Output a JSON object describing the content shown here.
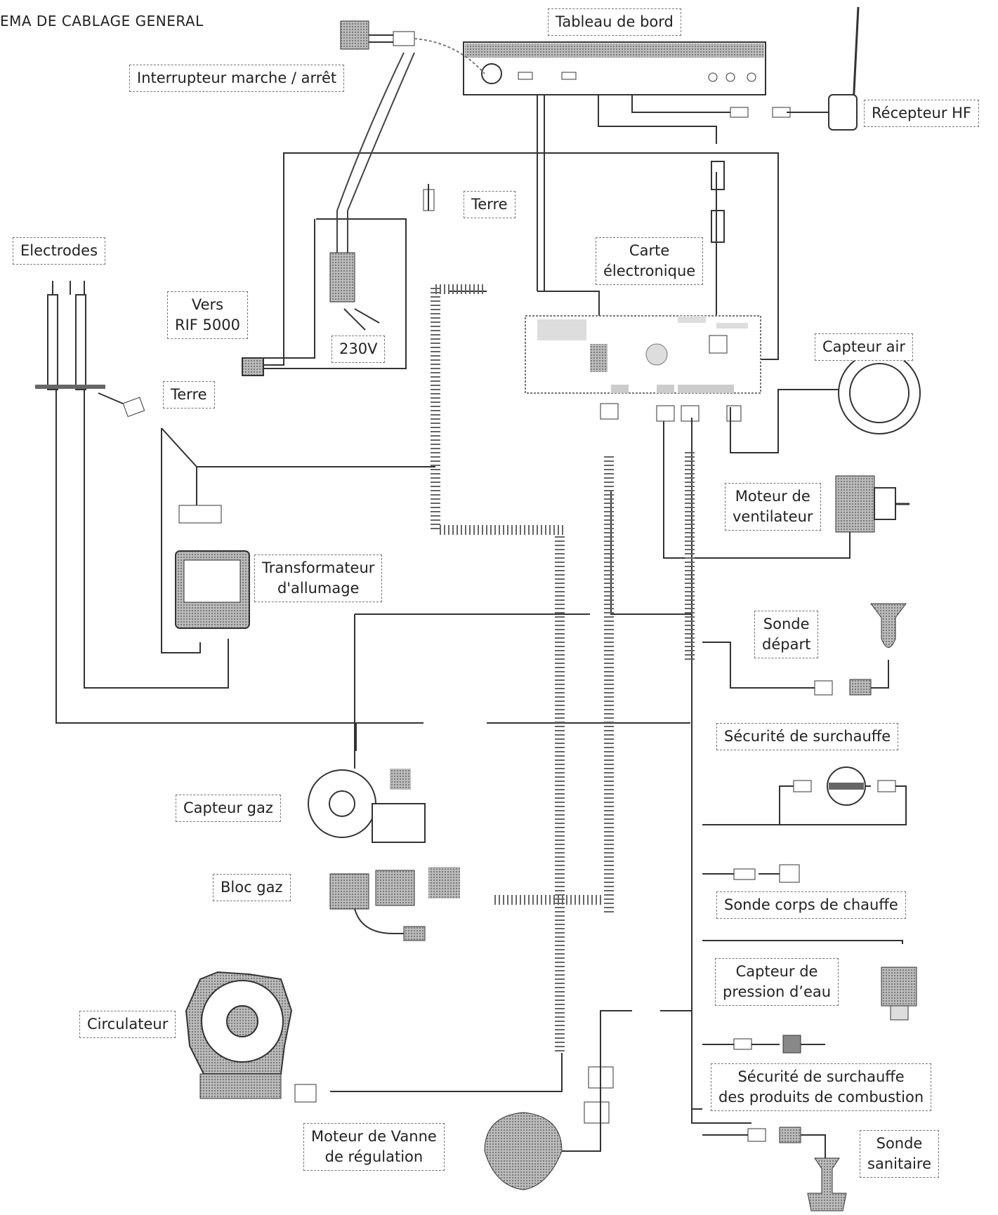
{
  "title": "EMA DE CABLAGE GENERAL",
  "labels": {
    "tableau": "Tableau de bord",
    "interrupteur": "Interrupteur marche / arrêt",
    "recepteur": "Récepteur HF",
    "terre_top": "Terre",
    "electrodes": "Electrodes",
    "carte_1": "Carte",
    "carte_2": "électronique",
    "vers_1": "Vers",
    "vers_2": "RIF 5000",
    "v230": "230V",
    "capteur_air": "Capteur air",
    "terre_left": "Terre",
    "moteur_vent_1": "Moteur de",
    "moteur_vent_2": "ventilateur",
    "transfo_1": "Transformateur",
    "transfo_2": "d'allumage",
    "sonde_depart_1": "Sonde",
    "sonde_depart_2": "départ",
    "securite_surchauffe": "Sécurité de surchauffe",
    "capteur_gaz": "Capteur gaz",
    "bloc_gaz": "Bloc gaz",
    "sonde_corps": "Sonde corps de chauffe",
    "capteur_pression_1": "Capteur de",
    "capteur_pression_2": "pression d’eau",
    "circulateur": "Circulateur",
    "securite_combustion_1": "Sécurité de surchauffe",
    "securite_combustion_2": "des produits de combustion",
    "moteur_vanne_1": "Moteur de Vanne",
    "moteur_vanne_2": "de régulation",
    "sonde_sanitaire_1": "Sonde",
    "sonde_sanitaire_2": "sanitaire"
  }
}
